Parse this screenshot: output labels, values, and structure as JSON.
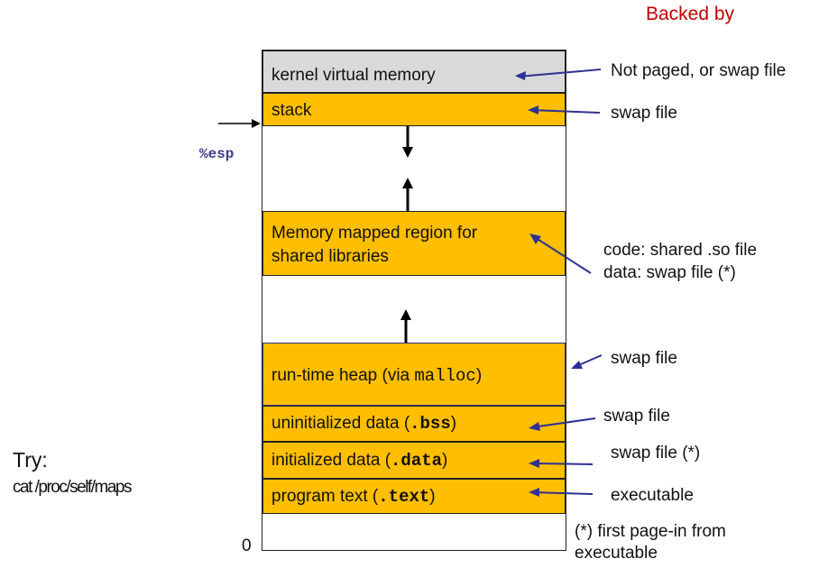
{
  "header": {
    "backed_by": "Backed by"
  },
  "colors": {
    "segment_fill": "#FFBE00",
    "kernel_fill": "#D9D9D9",
    "header_red": "#C00000",
    "arrow_navy": "#2E3192",
    "esp_label": "#3B3B8F"
  },
  "regions": {
    "kernel": "kernel virtual memory",
    "stack": "stack",
    "mmap_line1": "Memory mapped region for",
    "mmap_line2": "shared libraries",
    "heap_prefix": "run-time heap (via ",
    "heap_code": "malloc",
    "heap_suffix": ")",
    "bss_prefix": "uninitialized data (",
    "bss_code": ".bss",
    "bss_suffix": ")",
    "data_prefix": "initialized data (",
    "data_code": ".data",
    "data_suffix": ")",
    "text_prefix": "program text (",
    "text_code": ".text",
    "text_suffix": ")"
  },
  "annotations": {
    "kernel": "Not paged, or swap file",
    "stack": "swap file",
    "mmap_line1": "code: shared .so file",
    "mmap_line2": "data: swap file (*)",
    "heap": "swap file",
    "bss": "swap file",
    "data": "swap file (*)",
    "text": "executable",
    "footnote_line1": "(*)  first page-in from",
    "footnote_line2": "executable"
  },
  "labels": {
    "esp": "%esp",
    "zero": "0",
    "try": "Try:",
    "try_command": "cat /proc/self/maps"
  }
}
